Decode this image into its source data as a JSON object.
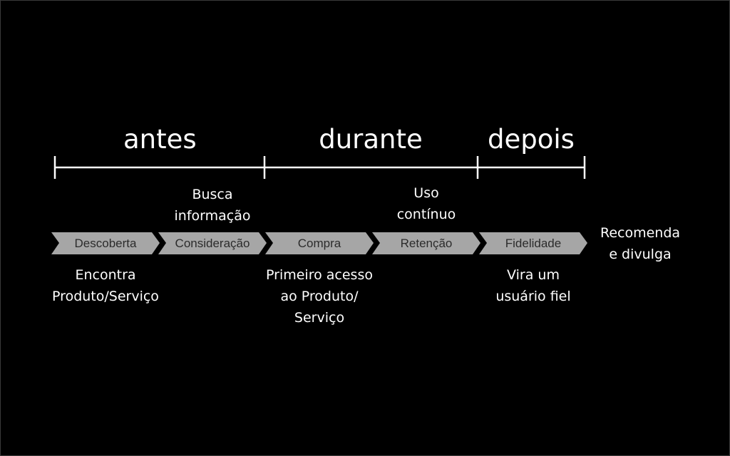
{
  "phases": [
    {
      "label": "antes"
    },
    {
      "label": "durante"
    },
    {
      "label": "depois"
    }
  ],
  "stages": [
    {
      "label": "Descoberta"
    },
    {
      "label": "Consideração"
    },
    {
      "label": "Compra"
    },
    {
      "label": "Retenção"
    },
    {
      "label": "Fidelidade"
    }
  ],
  "notes": {
    "busca": [
      "Busca",
      "informação"
    ],
    "uso": [
      "Uso",
      "contínuo"
    ],
    "recomenda": [
      "Recomenda",
      "e divulga"
    ],
    "encontra": [
      "Encontra",
      "Produto/Serviço"
    ],
    "primeiro": [
      "Primeiro acesso",
      "ao Produto/",
      "Serviço"
    ],
    "vira": [
      "Vira um",
      "usuário fiel"
    ]
  },
  "colors": {
    "background": "#000000",
    "text": "#ffffff",
    "chevron_fill": "#a6a6a6",
    "chevron_text": "#2b2b2b",
    "timeline": "#ffffff"
  }
}
